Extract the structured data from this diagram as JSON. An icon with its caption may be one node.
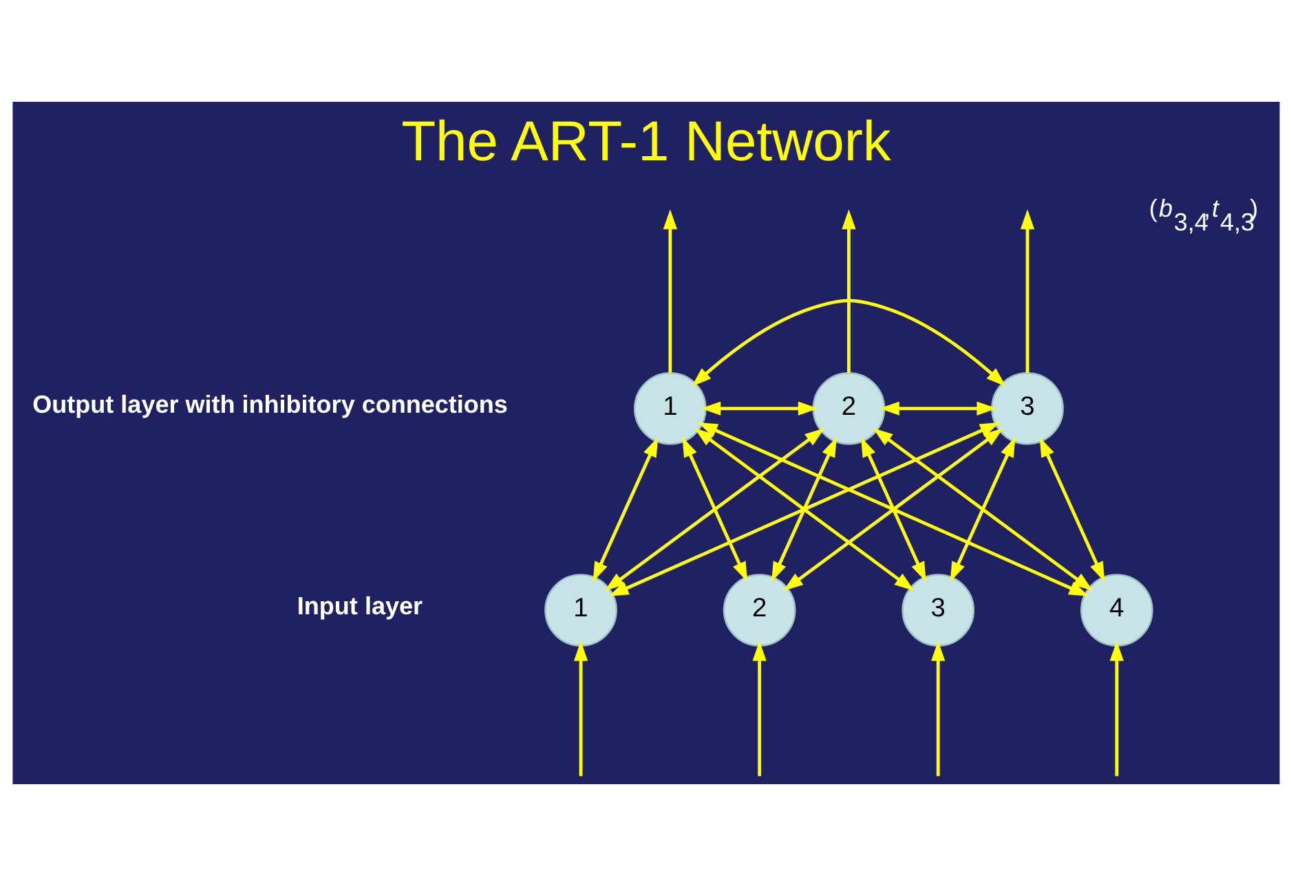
{
  "diagram": {
    "title": "The ART-1 Network",
    "nodes": [
      {
        "text": [
          "1"
        ]
      },
      {
        "text": [
          "2"
        ]
      },
      {
        "text": [
          "3"
        ]
      },
      {
        "text": [
          "1"
        ]
      },
      {
        "text": [
          "2"
        ]
      },
      {
        "text": [
          "3"
        ]
      },
      {
        "text": [
          "4"
        ]
      }
    ],
    "edges": [
      {
        "from": 0,
        "to": null,
        "arrow": "to"
      },
      {
        "from": 1,
        "to": null,
        "arrow": "to"
      },
      {
        "from": 2,
        "to": null,
        "arrow": "to"
      },
      {
        "from": 0,
        "to": 2,
        "arrow": "both"
      },
      {
        "from": 0,
        "to": 1,
        "arrow": "both"
      },
      {
        "from": 1,
        "to": 2,
        "arrow": "both"
      },
      {
        "from": 0,
        "to": 3,
        "arrow": "both"
      },
      {
        "from": 0,
        "to": 4,
        "arrow": "both"
      },
      {
        "from": 0,
        "to": 5,
        "arrow": "both"
      },
      {
        "from": 0,
        "to": 6,
        "arrow": "both"
      },
      {
        "from": 1,
        "to": 3,
        "arrow": "both"
      },
      {
        "from": 1,
        "to": 4,
        "arrow": "both"
      },
      {
        "from": 1,
        "to": 5,
        "arrow": "both"
      },
      {
        "from": 1,
        "to": 6,
        "arrow": "both"
      },
      {
        "from": 2,
        "to": 3,
        "arrow": "both"
      },
      {
        "from": 2,
        "to": 4,
        "arrow": "both"
      },
      {
        "from": 2,
        "to": 5,
        "arrow": "both"
      },
      {
        "from": 2,
        "to": 6,
        "arrow": "both"
      },
      {
        "from": null,
        "to": 3,
        "arrow": "to"
      },
      {
        "from": null,
        "to": 4,
        "arrow": "to"
      },
      {
        "from": null,
        "to": 5,
        "arrow": "to"
      },
      {
        "from": null,
        "to": 6,
        "arrow": "to"
      }
    ],
    "labels": [
      "Output layer with inhibitory connections",
      "(*b*$_{3,4}$,*t*$_{4,3}$)",
      "Input layer"
    ]
  }
}
